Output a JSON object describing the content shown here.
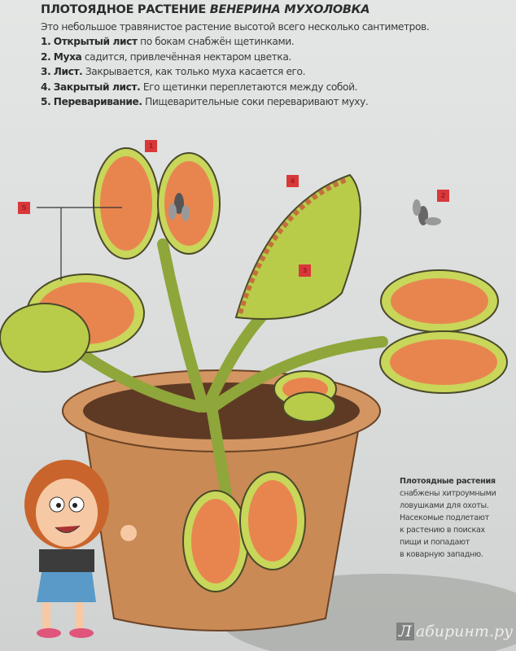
{
  "title": {
    "regular": "ПЛОТОЯДНОЕ РАСТЕНИЕ",
    "italic": "ВЕНЕРИНА МУХОЛОВКА"
  },
  "intro": "Это небольшое травянистое растение высотой всего несколько сантиметров.",
  "steps": [
    {
      "num": "1.",
      "bold": "Открытый лист",
      "text": "по бокам снабжён щетинками."
    },
    {
      "num": "2.",
      "bold": "Муха",
      "text": "садится, привлечённая нектаром цветка."
    },
    {
      "num": "3.",
      "bold": "Лист.",
      "text": "Закрывается, как только муха касается его."
    },
    {
      "num": "4.",
      "bold": "Закрытый лист.",
      "text": "Его щетинки переплетаются между собой."
    },
    {
      "num": "5.",
      "bold": "Переваривание.",
      "text": "Пищеварительные соки переваривают муху."
    }
  ],
  "markers": [
    "1",
    "2",
    "3",
    "4",
    "5"
  ],
  "side_note": {
    "bold": "Плотоядные растения",
    "lines": [
      "снабжены хитроумными",
      "ловушками для охоты.",
      "Насекомые подлетают",
      "к растению в поисках",
      "пищи и попадают",
      "в коварную западню."
    ]
  },
  "watermark": {
    "letter": "Л",
    "text": "абиринт.ру"
  },
  "colors": {
    "trap": "#e8854f",
    "leaf": "#b8cc4a",
    "pot": "#c98a55",
    "marker": "#d8383a"
  }
}
